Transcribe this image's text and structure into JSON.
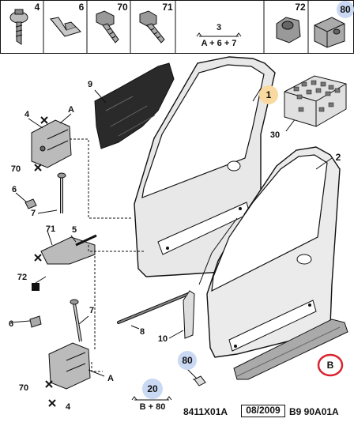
{
  "header_parts": [
    "4",
    "6",
    "70",
    "71",
    "72",
    "80"
  ],
  "callouts": {
    "c1": "1",
    "c2": "2",
    "c3": "3",
    "c4a": "4",
    "c4b": "4",
    "c5": "5",
    "c6a": "6",
    "c6b": "6",
    "c7a": "7",
    "c7b": "7",
    "c8": "8",
    "c9": "9",
    "c10": "10",
    "c20": "20",
    "c30": "30",
    "c70a": "70",
    "c70b": "70",
    "c71": "71",
    "c72": "72",
    "c80": "80",
    "cA1": "A",
    "cA2": "A",
    "cB": "B"
  },
  "kits": {
    "k1": "A + 6 + 7",
    "k2": "B + 80"
  },
  "footer": {
    "ref": "8411X01A",
    "date": "08/2009",
    "code": "B9 90A01A"
  },
  "colors": {
    "highlight_orange": "#f9d9a0",
    "highlight_blue": "#c9d8f3",
    "selection_ring": "#d9232e"
  }
}
